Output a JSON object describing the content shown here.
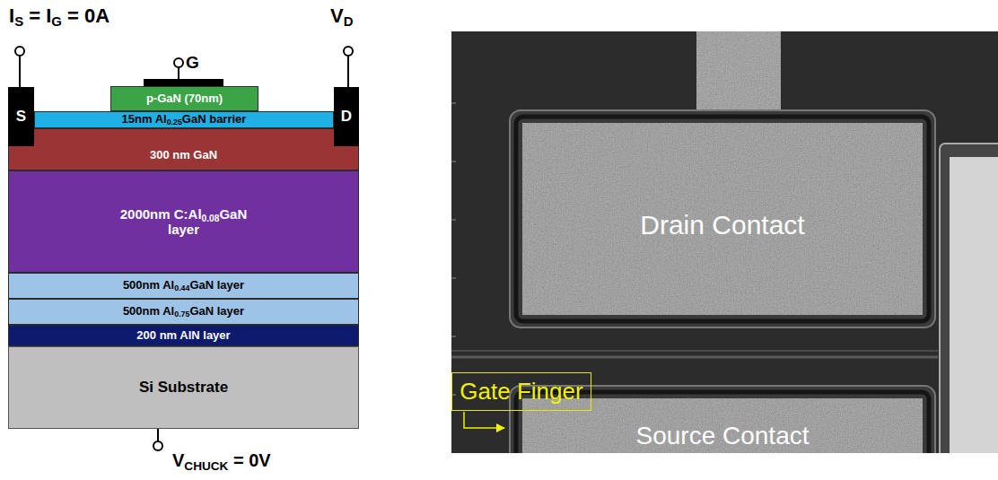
{
  "diagram": {
    "nodes": [
      {
        "text": [
          "S"
        ]
      },
      {
        "text": [
          "D"
        ]
      },
      {
        "text": [
          "G"
        ]
      },
      {
        "text": [
          "p-GaN (70nm)"
        ]
      },
      {
        "text": [
          "15nm Al0.25GaN barrier"
        ]
      },
      {
        "text": [
          "300 nm GaN"
        ]
      },
      {
        "text": [
          "2000nm C:Al0.08GaN layer"
        ]
      },
      {
        "text": [
          "500nm Al0.44GaN layer"
        ]
      },
      {
        "text": [
          "500nm Al0.75GaN layer"
        ]
      },
      {
        "text": [
          "200 nm AlN layer"
        ]
      },
      {
        "text": [
          "Si Substrate"
        ]
      },
      {
        "text": [
          "Drain Contact"
        ]
      },
      {
        "text": [
          "Source Contact"
        ]
      },
      {
        "text": [
          "Gate Finger"
        ]
      }
    ],
    "labels": [
      "IS = IG = 0A",
      "VD",
      "VCHUCK = 0V"
    ]
  }
}
